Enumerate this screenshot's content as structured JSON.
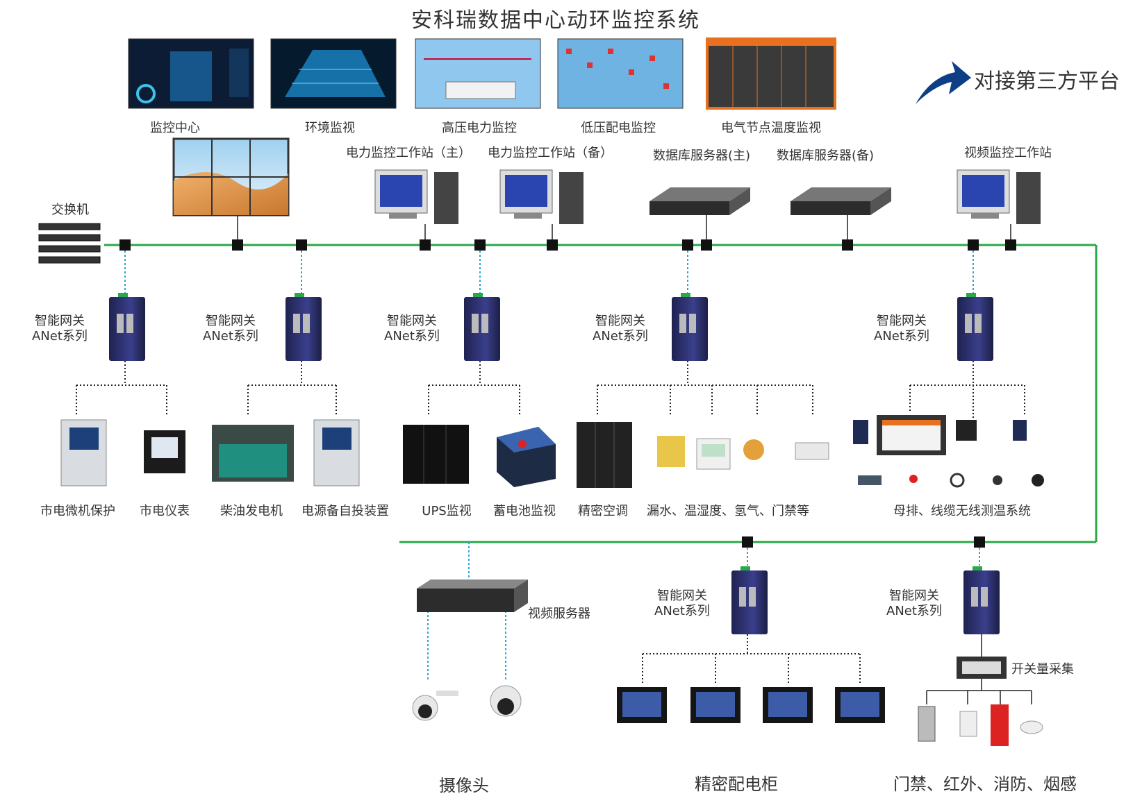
{
  "title": "安科瑞数据中心动环监控系统",
  "third_party": "对接第三方平台",
  "screens": [
    "监控中心",
    "环境监视",
    "高压电力监控",
    "低压配电监控",
    "电气节点温度监视"
  ],
  "switch_label": "交换机",
  "stations": {
    "power_main": "电力监控工作站（主）",
    "power_backup": "电力监控工作站（备）",
    "db_main": "数据库服务器(主)",
    "db_backup": "数据库服务器(备)",
    "video": "视频监控工作站"
  },
  "gateway": {
    "line1": "智能网关",
    "line2": "ANet系列"
  },
  "devices": {
    "relay": "市电微机保护",
    "meter": "市电仪表",
    "diesel": "柴油发电机",
    "ats": "电源备自投装置",
    "ups": "UPS监视",
    "battery": "蓄电池监视",
    "ac": "精密空调",
    "env": "漏水、温湿度、氢气、门禁等",
    "wireless": "母排、线缆无线测温系统"
  },
  "video_server": "视频服务器",
  "switch_collect": "开关量采集",
  "bottom": {
    "camera": "摄像头",
    "cabinet": "精密配电柜",
    "security": "门禁、红外、消防、烟感"
  },
  "colors": {
    "bus": "#2aa84a",
    "node": "#111111",
    "dotted": "#222222",
    "drop": "#29a8d8",
    "arrow": "#0e3f86",
    "gateway": "#2b2f6e"
  }
}
